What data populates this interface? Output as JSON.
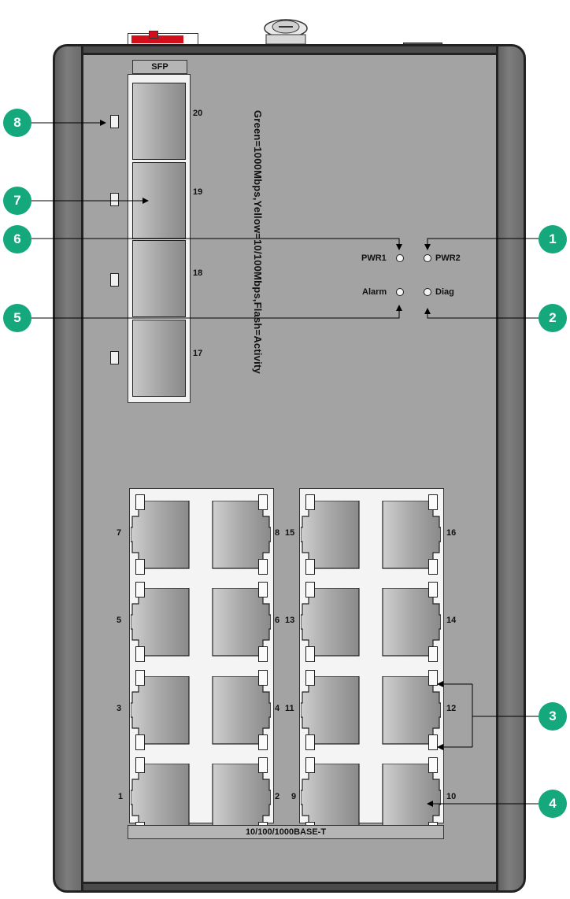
{
  "sfp": {
    "label": "SFP",
    "ports": [
      "20",
      "19",
      "18",
      "17"
    ]
  },
  "vertical_text": "Green=1000Mbps,Yellow=10/100Mbps,Flash=Activity",
  "leds": {
    "pwr1": "PWR1",
    "pwr2": "PWR2",
    "alarm": "Alarm",
    "diag": "Diag"
  },
  "rj45": {
    "label": "10/100/1000BASE-T",
    "left_group": [
      {
        "left": "7",
        "right": "8"
      },
      {
        "left": "5",
        "right": "6"
      },
      {
        "left": "3",
        "right": "4"
      },
      {
        "left": "1",
        "right": "2"
      }
    ],
    "right_group": [
      {
        "left": "15",
        "right": "16"
      },
      {
        "left": "13",
        "right": "14"
      },
      {
        "left": "11",
        "right": "12"
      },
      {
        "left": "9",
        "right": "10"
      }
    ]
  },
  "callouts": [
    "1",
    "2",
    "3",
    "4",
    "5",
    "6",
    "7",
    "8"
  ],
  "colors": {
    "callout": "#14a87c",
    "panel": "#a3a3a3",
    "rail": "#707070"
  }
}
